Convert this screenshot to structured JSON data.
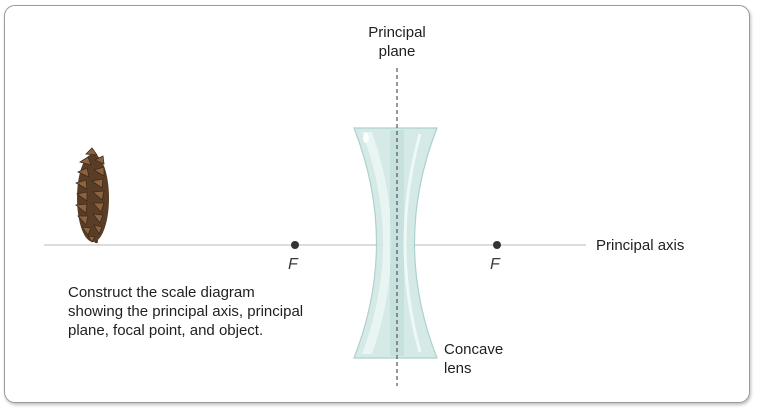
{
  "labels": {
    "principal_plane": [
      "Principal",
      "plane"
    ],
    "principal_axis": "Principal axis",
    "concave_lens": [
      "Concave",
      "lens"
    ],
    "focal_left": "F",
    "focal_right": "F"
  },
  "instructions": [
    "Construct the scale diagram",
    "showing the principal axis, principal",
    "plane, focal point, and object."
  ],
  "colors": {
    "lens_fill": "#cfe6e4",
    "lens_edge": "#a9cfcc",
    "axis_line": "#c8c8c8",
    "focal_point": "#333333",
    "plane_line": "#555555",
    "pinecone": "#6b4a2f"
  },
  "icons": {
    "object": "pinecone-icon"
  }
}
